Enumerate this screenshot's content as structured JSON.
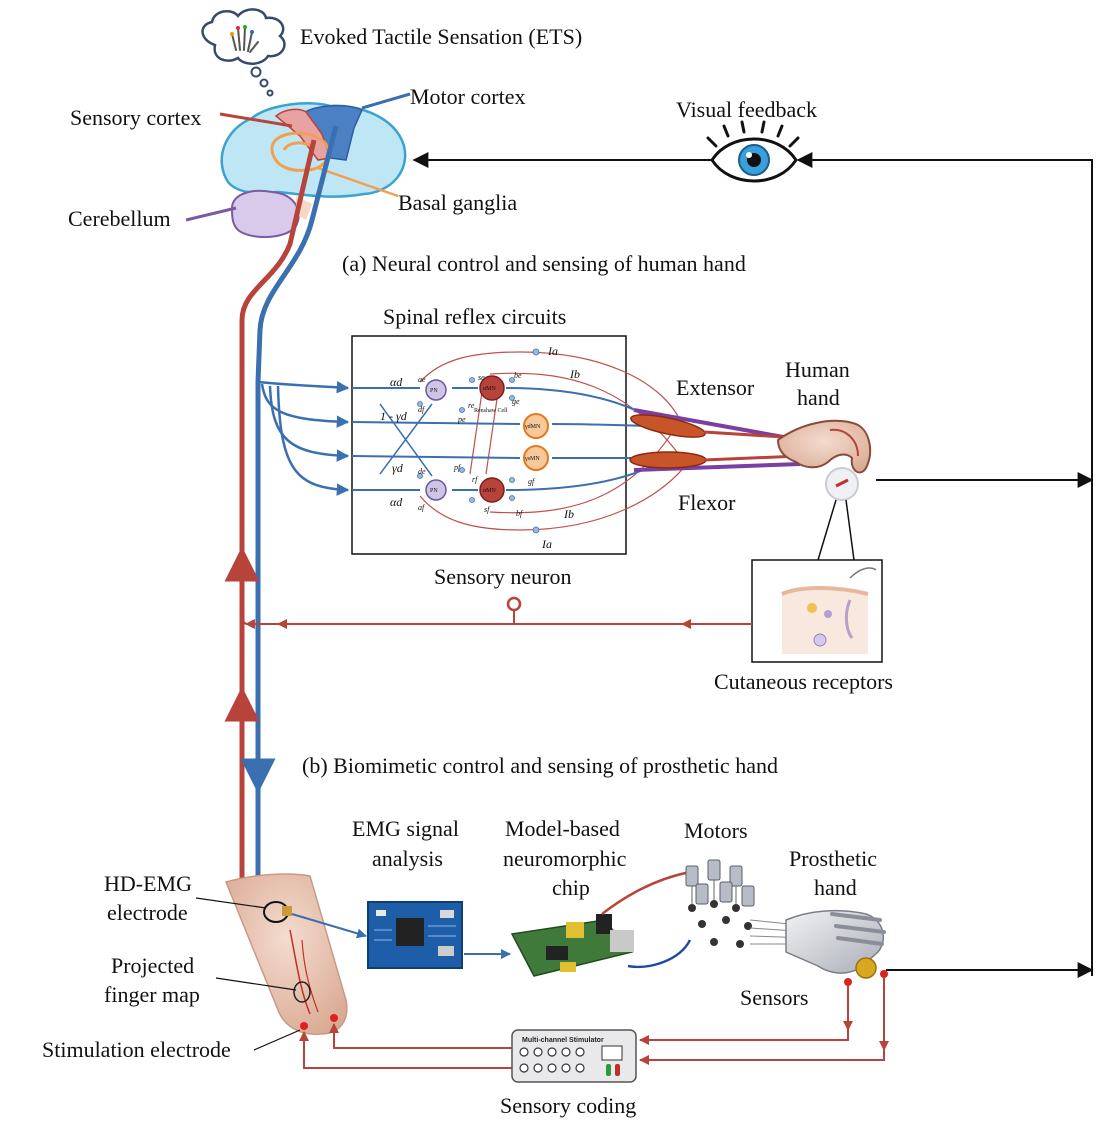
{
  "labels": {
    "ets": "Evoked Tactile Sensation (ETS)",
    "motor_cortex": "Motor cortex",
    "sensory_cortex": "Sensory cortex",
    "visual_feedback": "Visual feedback",
    "basal_ganglia": "Basal ganglia",
    "cerebellum": "Cerebellum",
    "section_a": "(a) Neural control and sensing of human hand",
    "section_b": "(b) Biomimetic control and sensing of prosthetic hand",
    "spinal": "Spinal reflex circuits",
    "extensor": "Extensor",
    "flexor": "Flexor",
    "human_hand_1": "Human",
    "human_hand_2": "hand",
    "sensory_neuron": "Sensory neuron",
    "cutaneous": "Cutaneous receptors",
    "emg_1": "EMG signal",
    "emg_2": "analysis",
    "model_1": "Model-based",
    "model_2": "neuromorphic",
    "model_3": "chip",
    "motors": "Motors",
    "prosthetic_1": "Prosthetic",
    "prosthetic_2": "hand",
    "hdemg_1": "HD-EMG",
    "hdemg_2": "electrode",
    "projected_1": "Projected",
    "projected_2": "finger map",
    "stim_electrode": "Stimulation electrode",
    "sensors": "Sensors",
    "sensory_coding": "Sensory coding",
    "stimulator": "Multi-channel Stimulator"
  },
  "circuit": {
    "ia_top": "Ia",
    "ib_top": "Ib",
    "ia_bottom": "Ia",
    "ib_bottom": "Ib",
    "alpha_top": "αd",
    "one_gamma": "1 - γd",
    "gamma": "γd",
    "alpha_bottom": "αd",
    "pn": "PN",
    "amn": "αMN",
    "gdmn": "γdMN",
    "gsmn": "γsMN",
    "renshaw": "Renshaw Cell",
    "ae": "ae",
    "df": "df",
    "de": "de",
    "af": "af",
    "se": "se",
    "be": "be",
    "ge": "ge",
    "re": "re",
    "pe": "pe",
    "pf": "pf",
    "rf": "rf",
    "sf": "sf",
    "bf": "bf",
    "gf": "gf"
  },
  "colors": {
    "motor": "#3a6fb0",
    "sensory": "#b8433a",
    "brain": "#bfe6f5",
    "cerebellum": "#d9c9ea"
  }
}
